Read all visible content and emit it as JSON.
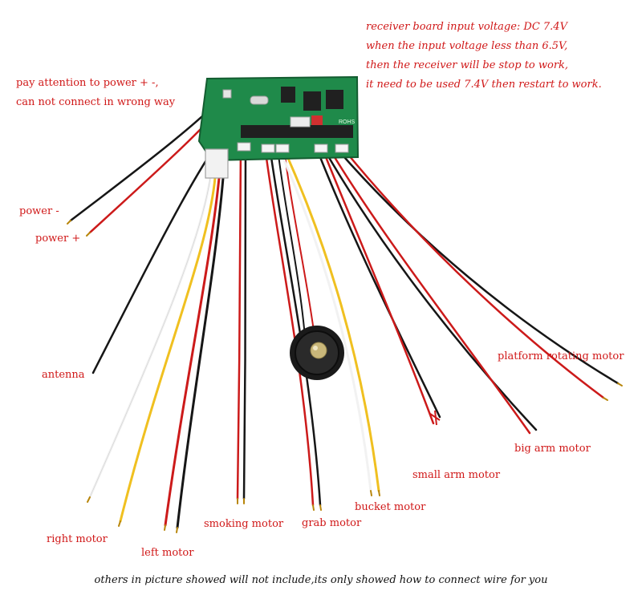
{
  "notes": {
    "voltage": [
      "receiver board input voltage: DC 7.4V",
      "when the input voltage less than 6.5V,",
      "then the receiver will be stop to work,",
      "it need to be used 7.4V then restart to work."
    ],
    "polarity": [
      "pay attention to power + -,",
      "can not connect in wrong way"
    ]
  },
  "labels": {
    "power_minus": "power -",
    "power_plus": "power +",
    "antenna": "antenna",
    "right_motor": "right motor",
    "left_motor": "left motor",
    "smoking_motor": "smoking motor",
    "grab_motor": "grab motor",
    "bucket_motor": "bucket motor",
    "small_arm_motor": "small arm motor",
    "big_arm_motor": "big arm motor",
    "platform_rotating_motor": "platform rotating motor"
  },
  "board": {
    "silkscreen": "ROHS"
  },
  "footer": "others in picture showed will not include,its only showed how to connect wire for you",
  "colors": {
    "label_red": "#d01818",
    "label_black": "#111111",
    "pcb_green": "#1f8a4a",
    "wire_red": "#cc1a1a",
    "wire_black": "#161616",
    "wire_yellow": "#f0c020",
    "wire_white": "#f2f2f2"
  }
}
